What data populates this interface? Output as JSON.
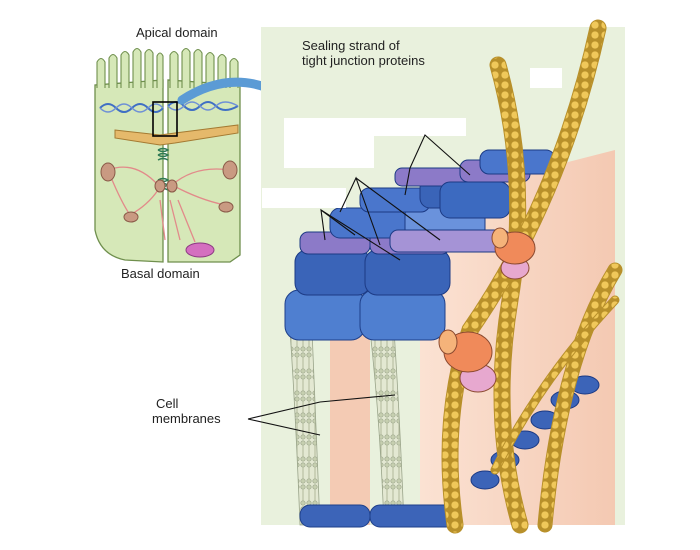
{
  "labels": {
    "apical": "Apical domain",
    "basal": "Basal domain",
    "sealing_line1": "Sealing strand of",
    "sealing_line2": "tight junction proteins",
    "cell_line1": "Cell",
    "cell_line2": "membranes"
  },
  "colors": {
    "panel_bg": "#e9f1dd",
    "cell_fill": "#d6e8b8",
    "cytoplasm": "#f6d5c4",
    "membrane": "#c8d0b4",
    "protein_blue": "#3a64b8",
    "protein_violet": "#8c7ac8",
    "actin": "#e8c250",
    "arrow": "#4d8ecb"
  }
}
